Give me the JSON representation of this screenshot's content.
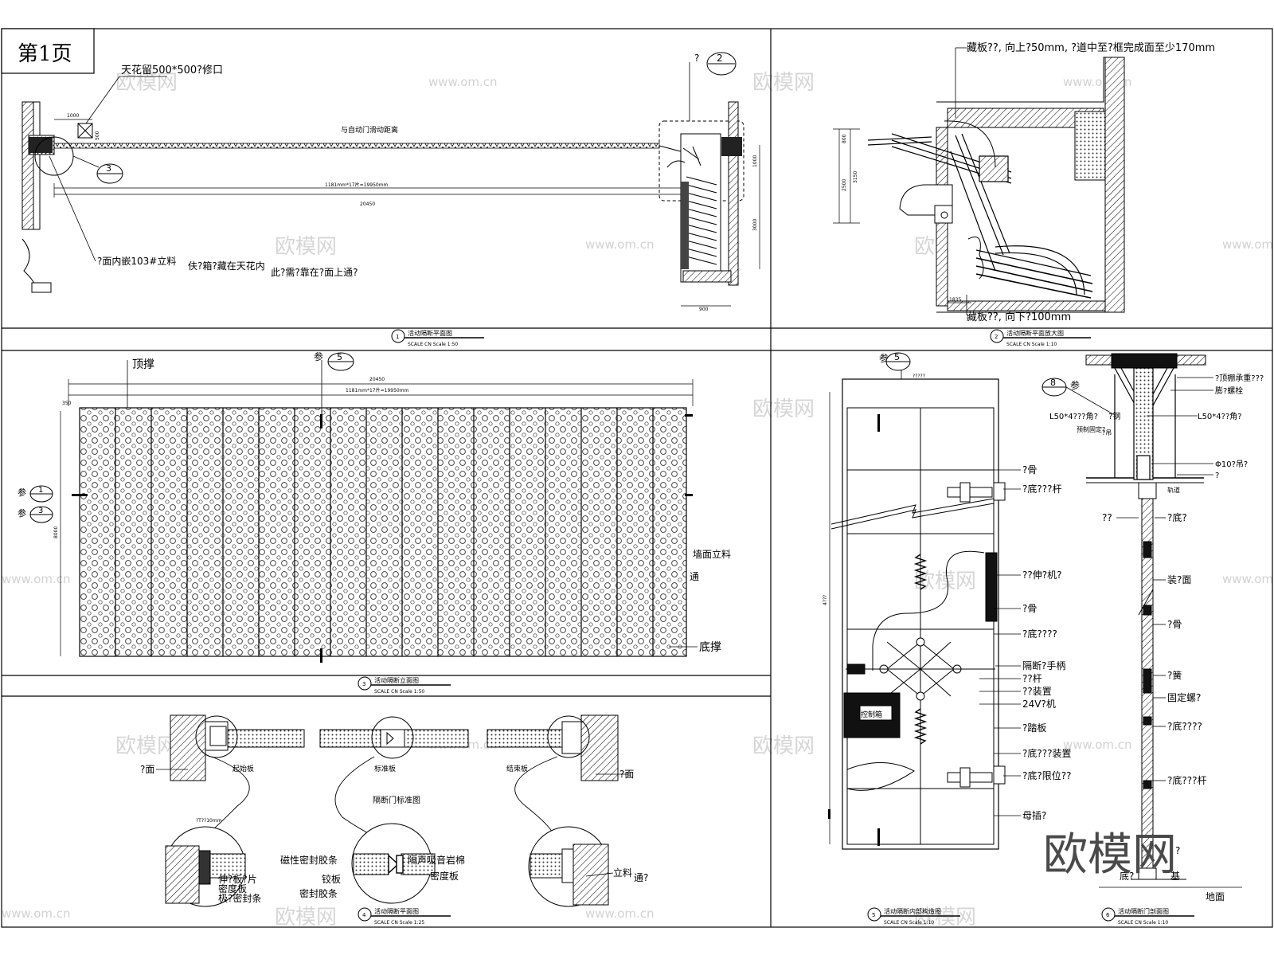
{
  "page_label": "第1页",
  "watermark": {
    "brand": "欧模网",
    "url": "www.om.cn"
  },
  "panel_1": {
    "note_ceiling": "天花留500*500?修口",
    "callout_2": "2",
    "callout_3": "3",
    "note_bottom_a": "?面内嵌103#立料",
    "note_bottom_b": "伕?箱?藏在天花内",
    "note_bottom_c": "此?需?靠在?面上通?",
    "track_label": "与自动门滑动距离",
    "dim_1000": "1000",
    "dim_500": "500",
    "dim_span": "1181mm*17片=19950mm",
    "dim_total": "20450",
    "dim_right_1000": "1000",
    "dim_right_3000": "3000",
    "dim_bottom_900": "900",
    "title": "活动隔断平面图",
    "subtitle": "SCALE  CN      Scale 1:50"
  },
  "panel_2": {
    "note_top": "藏板??,  向上?50mm,  ?道中至?框完成面至少170mm",
    "note_bottom": "藏板??,  向下?100mm",
    "dim_1": "800",
    "dim_2": "2500",
    "dim_3": "3150",
    "dim_bottom": "1835",
    "title": "活动隔断平面放大图",
    "subtitle": "SCALE  CN      Scale 1:10"
  },
  "panel_3": {
    "label_top_brace": "顶撑",
    "label_ref_5": "参",
    "callout_5": "5",
    "dim_total": "20450",
    "dim_span": "1181mm*17片=19950mm",
    "dim_small": "350",
    "label_ref_1": "参",
    "callout_1": "1",
    "label_ref_3": "参",
    "callout_3": "3",
    "dim_height": "8000",
    "label_wall_post_a": "墙面立料",
    "label_wall_post_b": "通",
    "label_bottom_brace": "底撑",
    "title": "活动隔断立面图",
    "subtitle": "SCALE  CN      Scale 1:50"
  },
  "panel_4": {
    "label_start": "起始板",
    "label_mid": "标准板",
    "label_end": "结束板",
    "label_wall_left": "?面",
    "label_wall_right": "?面",
    "label_center_note": "隔断门标准图",
    "label_a1": "伸?板?片",
    "label_a2": "密度板",
    "label_a3": "极?密封条",
    "label_magnetic": "磁性密封胶条",
    "label_seal": "密封胶条",
    "label_hinge": "铰板",
    "label_sound": "隔声吸音岩棉",
    "label_density": "密度板",
    "label_post": "立料",
    "label_post_b": "通?",
    "dim_small": "?T??10mm",
    "title": "活动隔断平面图",
    "subtitle": "SCALE  CN      Scale 1:25"
  },
  "panel_5": {
    "label_ref_5": "参",
    "callout_5": "5",
    "label_top": "?????",
    "label_1": "?骨",
    "label_2": "?底???杆",
    "label_3": "??伸?机?",
    "label_4": "?骨",
    "label_5": "?底????",
    "label_6": "隔断?手柄",
    "label_7": "??杆",
    "label_8": "??装置",
    "label_9": "24V?机",
    "label_10": "?踏板",
    "label_11": "?底???装置",
    "label_12": "?底?限位??",
    "label_13": "母插?",
    "box_label": "控制箱",
    "dim_height": "4???",
    "title": "活动隔断内部构造图",
    "subtitle": "SCALE  CN      Scale 1:10"
  },
  "panel_6": {
    "callout_8": "8",
    "label_ref": "参",
    "label_r1": "?顶棚承重???",
    "label_r2": "膨?螺栓",
    "label_l1": "L50*4???角?",
    "label_l2": "?钢",
    "label_l3": "预制固定?",
    "label_l4": "?吊",
    "label_r3": "L50*4??角?",
    "label_r4": "Φ10?吊?",
    "label_r5": "?",
    "label_rail": "轨道",
    "label_l5": "??",
    "label_r6": "?底?",
    "label_r7": "装?面",
    "label_r8": "?骨",
    "label_r9": "?簧",
    "label_r10": "固定螺?",
    "label_r11": "?底????",
    "label_r12": "?底???杆",
    "label_r13": "?",
    "label_bl": "底?",
    "label_bm": "基",
    "label_floor": "地面",
    "title": "活动隔断门剖面图",
    "subtitle": "SCALE  CN      Scale 1:10"
  }
}
